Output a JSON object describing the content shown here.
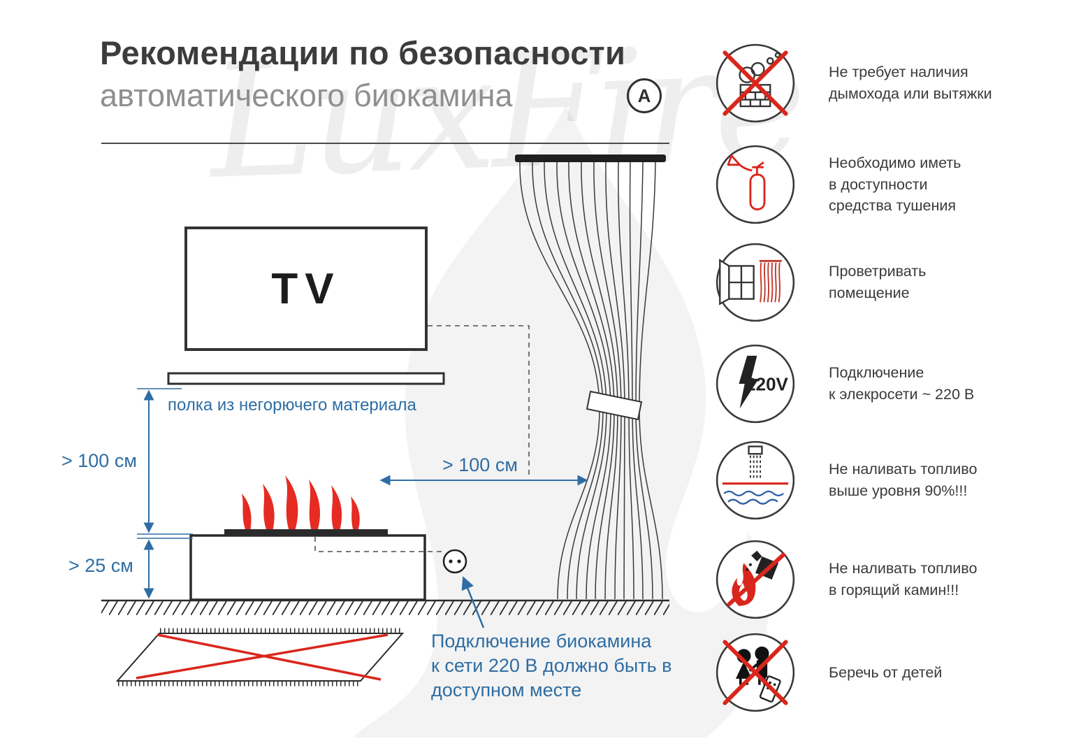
{
  "title": {
    "line1": "Рекомендации по безопасности",
    "line2": "автоматического биокамина",
    "badge": "A"
  },
  "watermark": "LuxFire",
  "scene": {
    "tv_label": "TV",
    "shelf_label": "полка из негорючего материала",
    "dim_shelf": "> 100 см",
    "dim_base": "> 25 см",
    "dim_curtain": "> 100 см",
    "outlet_note": "Подключение биокамина\nк сети 220 В должно быть в\nдоступном месте"
  },
  "safety": {
    "items": [
      {
        "icon": "no-chimney-icon",
        "text": "Не требует наличия\nдымохода или вытяжки"
      },
      {
        "icon": "extinguisher-icon",
        "text": "Необходимо иметь\nв доступности\nсредства тушения"
      },
      {
        "icon": "ventilate-icon",
        "text": "Проветривать\nпомещение"
      },
      {
        "icon": "power-220v-icon",
        "icon_label": "220V",
        "text": "Подключение\nк элекросети ~ 220 В"
      },
      {
        "icon": "fuel-level-icon",
        "text": "Не наливать топливо\nвыше уровня 90%!!!"
      },
      {
        "icon": "no-refill-burning-icon",
        "text": "Не наливать топливо\nв горящий камин!!!"
      },
      {
        "icon": "keep-from-children-icon",
        "text": "Беречь от детей"
      }
    ]
  },
  "colors": {
    "accent_blue": "#2e6da4",
    "alert_red": "#d9261c",
    "line_dark": "#333333"
  }
}
